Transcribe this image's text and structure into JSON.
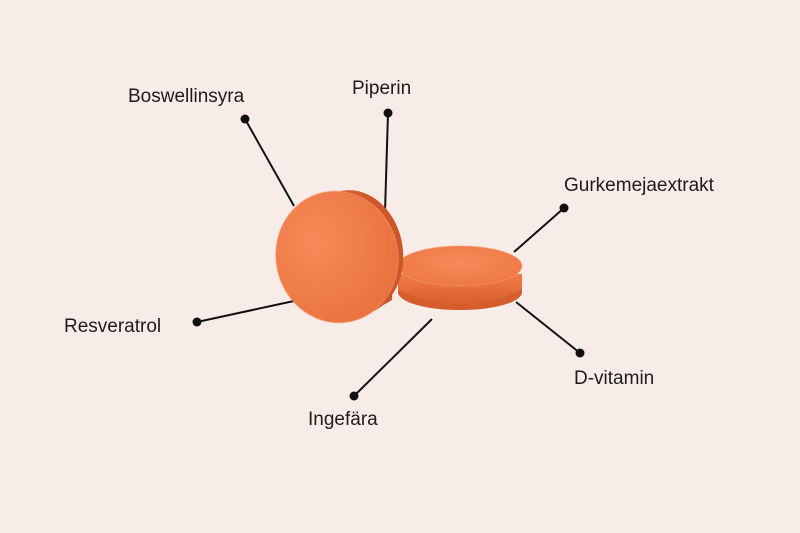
{
  "diagram": {
    "background_color": "#f8ece9",
    "tablet_color": "#f07a45",
    "line_color": "#111111",
    "labels": {
      "boswellinsyra": "Boswellinsyra",
      "piperin": "Piperin",
      "gurkmeja": "Gurkemejaextrakt",
      "resveratrol": "Resveratrol",
      "dvitamin": "D-vitamin",
      "ingefara": "Ingefära"
    }
  }
}
